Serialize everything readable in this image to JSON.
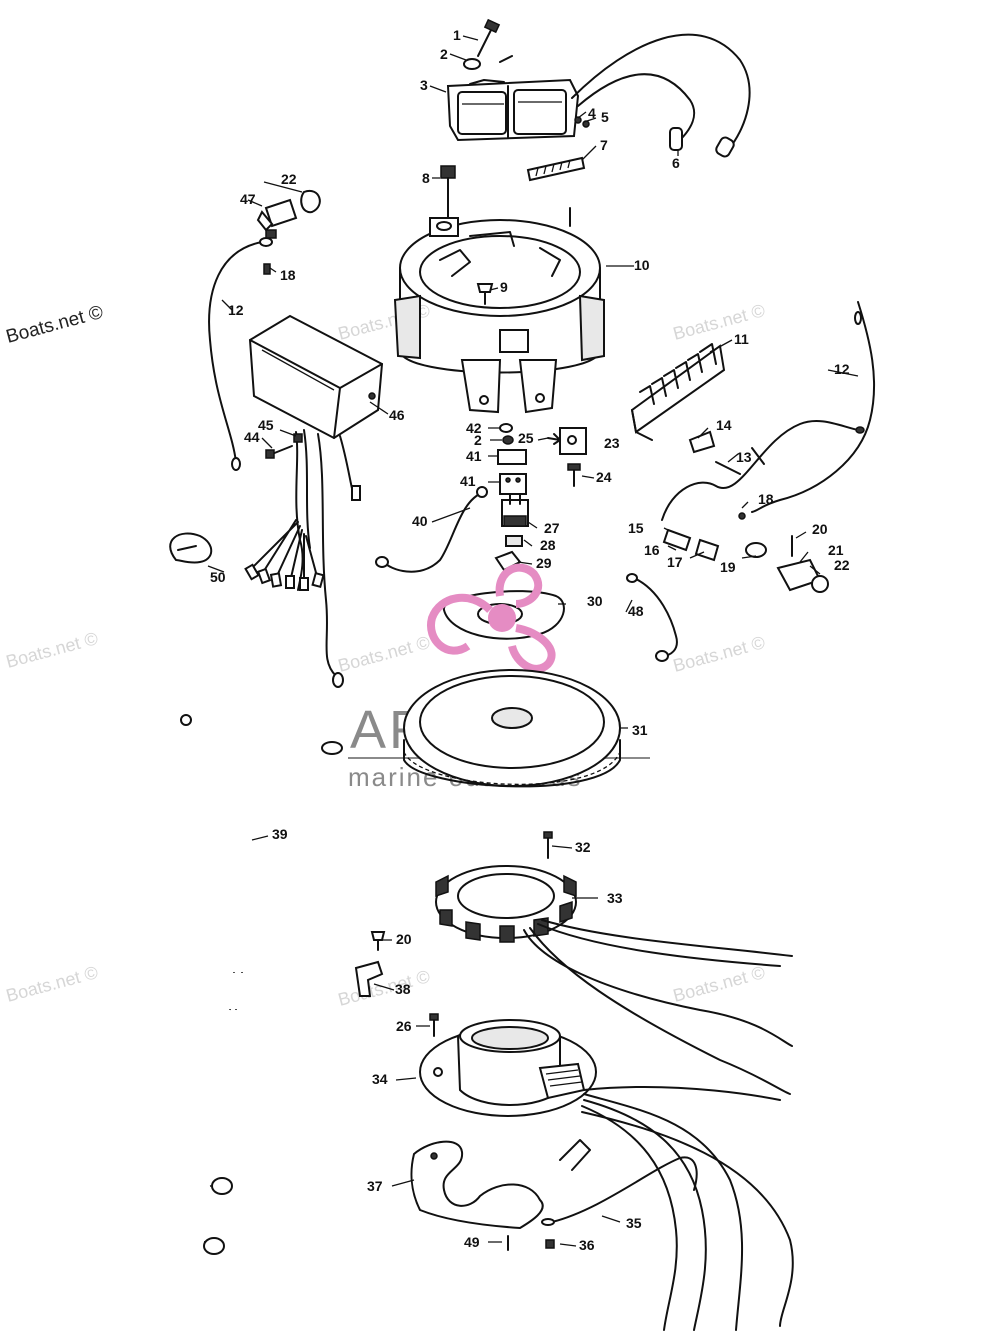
{
  "watermarks": {
    "site_main": "Boats.net ©",
    "site_faint": "Boats.net ©",
    "site_partial": "Boats.net ©",
    "brand": "ARMADA",
    "brand_sub": "marine outboards"
  },
  "parts": [
    {
      "id": "p1",
      "label": "1"
    },
    {
      "id": "p2a",
      "label": "2"
    },
    {
      "id": "p3",
      "label": "3"
    },
    {
      "id": "p4",
      "label": "4"
    },
    {
      "id": "p5",
      "label": "5"
    },
    {
      "id": "p6",
      "label": "6"
    },
    {
      "id": "p7",
      "label": "7"
    },
    {
      "id": "p8",
      "label": "8"
    },
    {
      "id": "p9",
      "label": "9"
    },
    {
      "id": "p10",
      "label": "10"
    },
    {
      "id": "p11",
      "label": "11"
    },
    {
      "id": "p12a",
      "label": "12"
    },
    {
      "id": "p12b",
      "label": "12"
    },
    {
      "id": "p13",
      "label": "13"
    },
    {
      "id": "p14",
      "label": "14"
    },
    {
      "id": "p15",
      "label": "15"
    },
    {
      "id": "p16",
      "label": "16"
    },
    {
      "id": "p17",
      "label": "17"
    },
    {
      "id": "p18a",
      "label": "18"
    },
    {
      "id": "p18b",
      "label": "18"
    },
    {
      "id": "p19",
      "label": "19"
    },
    {
      "id": "p20a",
      "label": "20"
    },
    {
      "id": "p20b",
      "label": "20"
    },
    {
      "id": "p21",
      "label": "21"
    },
    {
      "id": "p22a",
      "label": "22"
    },
    {
      "id": "p22b",
      "label": "22"
    },
    {
      "id": "p23",
      "label": "23"
    },
    {
      "id": "p24",
      "label": "24"
    },
    {
      "id": "p25",
      "label": "25"
    },
    {
      "id": "p26",
      "label": "26"
    },
    {
      "id": "p27",
      "label": "27"
    },
    {
      "id": "p28",
      "label": "28"
    },
    {
      "id": "p29",
      "label": "29"
    },
    {
      "id": "p30",
      "label": "30"
    },
    {
      "id": "p31",
      "label": "31"
    },
    {
      "id": "p32",
      "label": "32"
    },
    {
      "id": "p33",
      "label": "33"
    },
    {
      "id": "p34",
      "label": "34"
    },
    {
      "id": "p35",
      "label": "35"
    },
    {
      "id": "p36",
      "label": "36"
    },
    {
      "id": "p37",
      "label": "37"
    },
    {
      "id": "p38",
      "label": "38"
    },
    {
      "id": "p39",
      "label": "39"
    },
    {
      "id": "p40",
      "label": "40"
    },
    {
      "id": "p41a",
      "label": "41"
    },
    {
      "id": "p41b",
      "label": "41"
    },
    {
      "id": "p42",
      "label": "42"
    },
    {
      "id": "p2b",
      "label": "2"
    },
    {
      "id": "p44",
      "label": "44"
    },
    {
      "id": "p45",
      "label": "45"
    },
    {
      "id": "p46",
      "label": "46"
    },
    {
      "id": "p47",
      "label": "47"
    },
    {
      "id": "p48",
      "label": "48"
    },
    {
      "id": "p49",
      "label": "49"
    },
    {
      "id": "p50",
      "label": "50"
    }
  ]
}
